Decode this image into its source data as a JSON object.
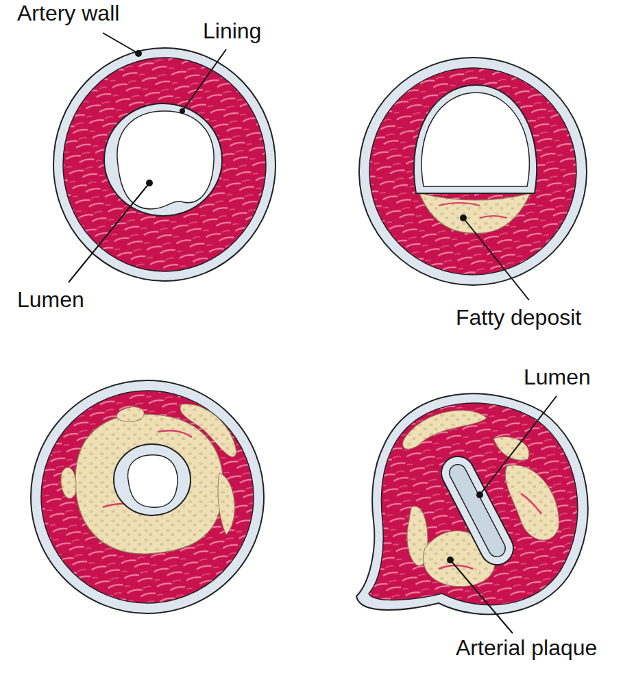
{
  "diagram": {
    "labels": [
      "Artery wall",
      "Lining",
      "Lumen",
      "Fatty deposit",
      "Lumen",
      "Arterial plaque"
    ]
  }
}
